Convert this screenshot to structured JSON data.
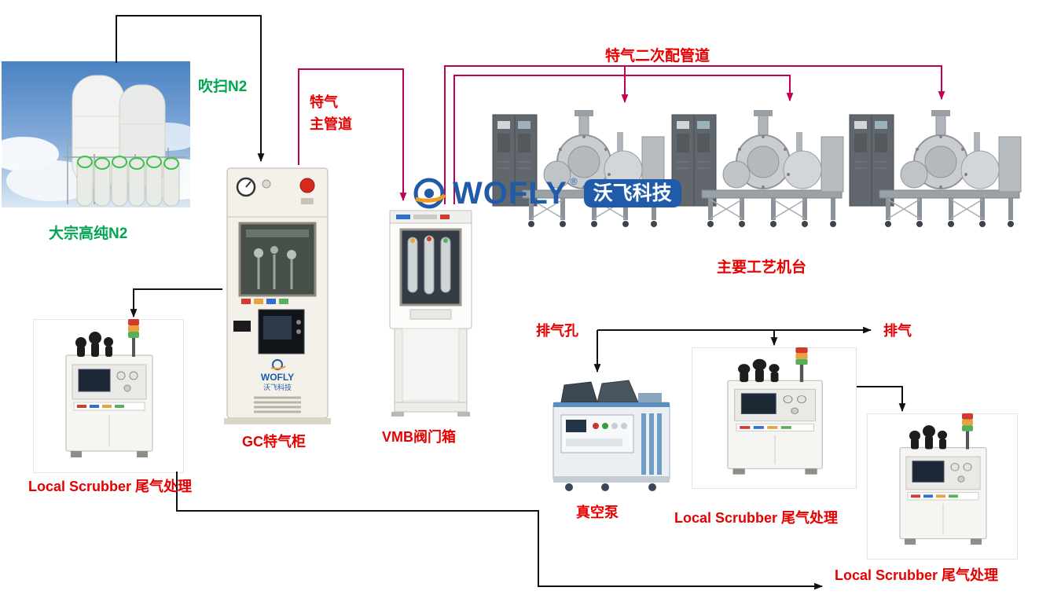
{
  "logo": {
    "brand": "WOFLY",
    "reg": "®",
    "brand_cn": "沃飞科技"
  },
  "labels": {
    "bulk_n2": "大宗高纯N2",
    "purge_n2": "吹扫N2",
    "main_pipeline_line1": "特气",
    "main_pipeline_line2": "主管道",
    "secondary_pipeline": "特气二次配管道",
    "gc_cabinet": "GC特气柜",
    "vmb_box": "VMB阀门箱",
    "process_machines": "主要工艺机台",
    "exhaust_hole": "排气孔",
    "exhaust": "排气",
    "vacuum_pump": "真空泵",
    "scrubber_left": "Local Scrubber 尾气处理",
    "scrubber_middle": "Local Scrubber 尾气处理",
    "scrubber_right": "Local Scrubber 尾气处理"
  },
  "equipment_text": {
    "gc_logo_brand": "WOFLY",
    "gc_logo_cn": "沃飞科技"
  },
  "colors": {
    "label_red": "#e80000",
    "pipe_magenta": "#c00055",
    "n2_green": "#00a651",
    "line_black": "#111111",
    "logo_blue": "#1f5ba8",
    "logo_orange": "#f59b20"
  }
}
